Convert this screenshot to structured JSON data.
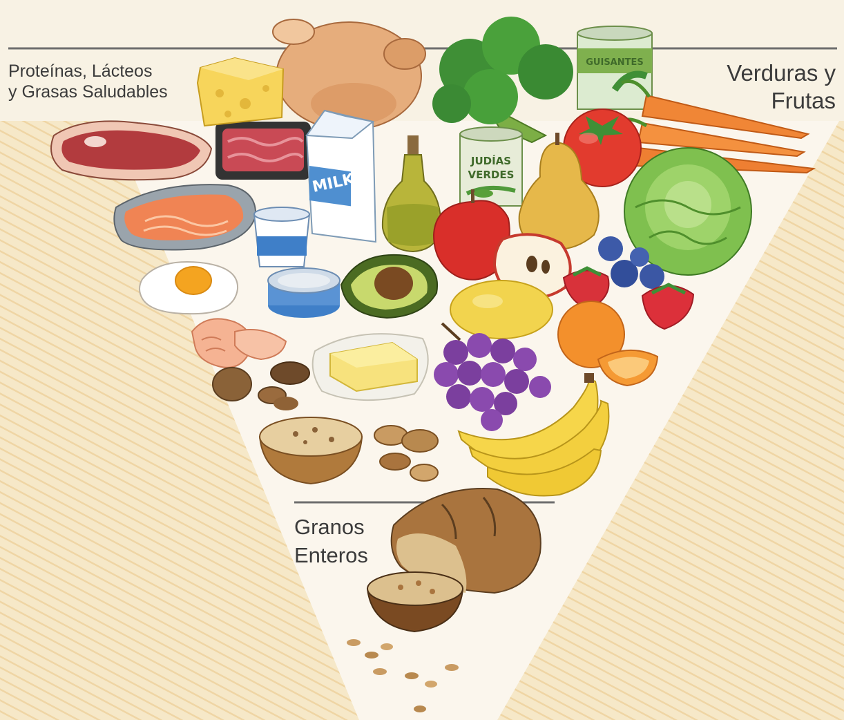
{
  "groups": {
    "proteins": {
      "line1": "Proteínas, Lácteos",
      "line2": "y Grasas Saludables"
    },
    "vegetables": {
      "line1": "Verduras y",
      "line2": "Frutas"
    },
    "grains": {
      "line1": "Granos",
      "line2": "Enteros"
    }
  },
  "packages": {
    "milk": "MILK",
    "peas": "GUISANTES",
    "beans_line1": "JUDÍAS",
    "beans_line2": "VERDES"
  },
  "colors": {
    "background": "#f8f2e4",
    "shading": "#efd9ad",
    "text": "#3b3b3b",
    "line": "#6d6d6d"
  },
  "icons": [
    "steak-icon",
    "ground-meat-icon",
    "chicken-icon",
    "cheese-icon",
    "milk-carton-icon",
    "salmon-icon",
    "yogurt-icon",
    "fried-egg-icon",
    "tuna-can-icon",
    "shrimp-icon",
    "nuts-icon",
    "butter-icon",
    "olive-oil-icon",
    "avocado-icon",
    "broccoli-icon",
    "peas-can-icon",
    "carrots-icon",
    "tomato-icon",
    "green-beans-can-icon",
    "pear-icon",
    "lettuce-icon",
    "apple-icon",
    "apple-half-icon",
    "blueberries-icon",
    "strawberries-icon",
    "lemon-icon",
    "orange-icon",
    "grapes-icon",
    "bananas-icon",
    "oatmeal-bowl-icon",
    "almonds-icon",
    "bread-loaf-icon",
    "grain-bowl-icon",
    "seeds-icon"
  ]
}
